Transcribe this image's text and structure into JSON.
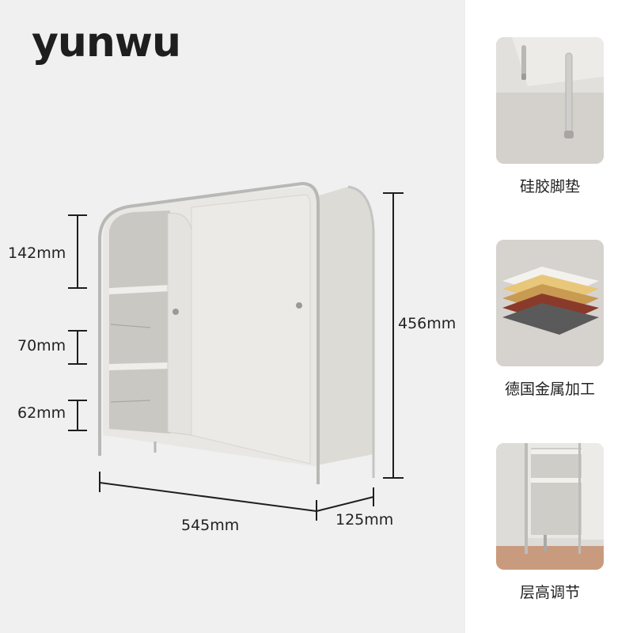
{
  "brand": {
    "name": "yunwu"
  },
  "dimensions": {
    "shelf_top": "142mm",
    "shelf_mid": "70mm",
    "shelf_bottom": "62mm",
    "height": "456mm",
    "width": "545mm",
    "depth": "125mm"
  },
  "features": [
    {
      "label": "硅胶脚垫",
      "icon": "silicone-foot-pad-photo"
    },
    {
      "label": "德国金属加工",
      "icon": "metal-layers-photo"
    },
    {
      "label": "层高调节",
      "icon": "adjustable-shelf-photo"
    }
  ],
  "colors": {
    "background": "#f0f0f0",
    "cabinet": "#e6e5e1",
    "accent": "#1e1e1e"
  }
}
